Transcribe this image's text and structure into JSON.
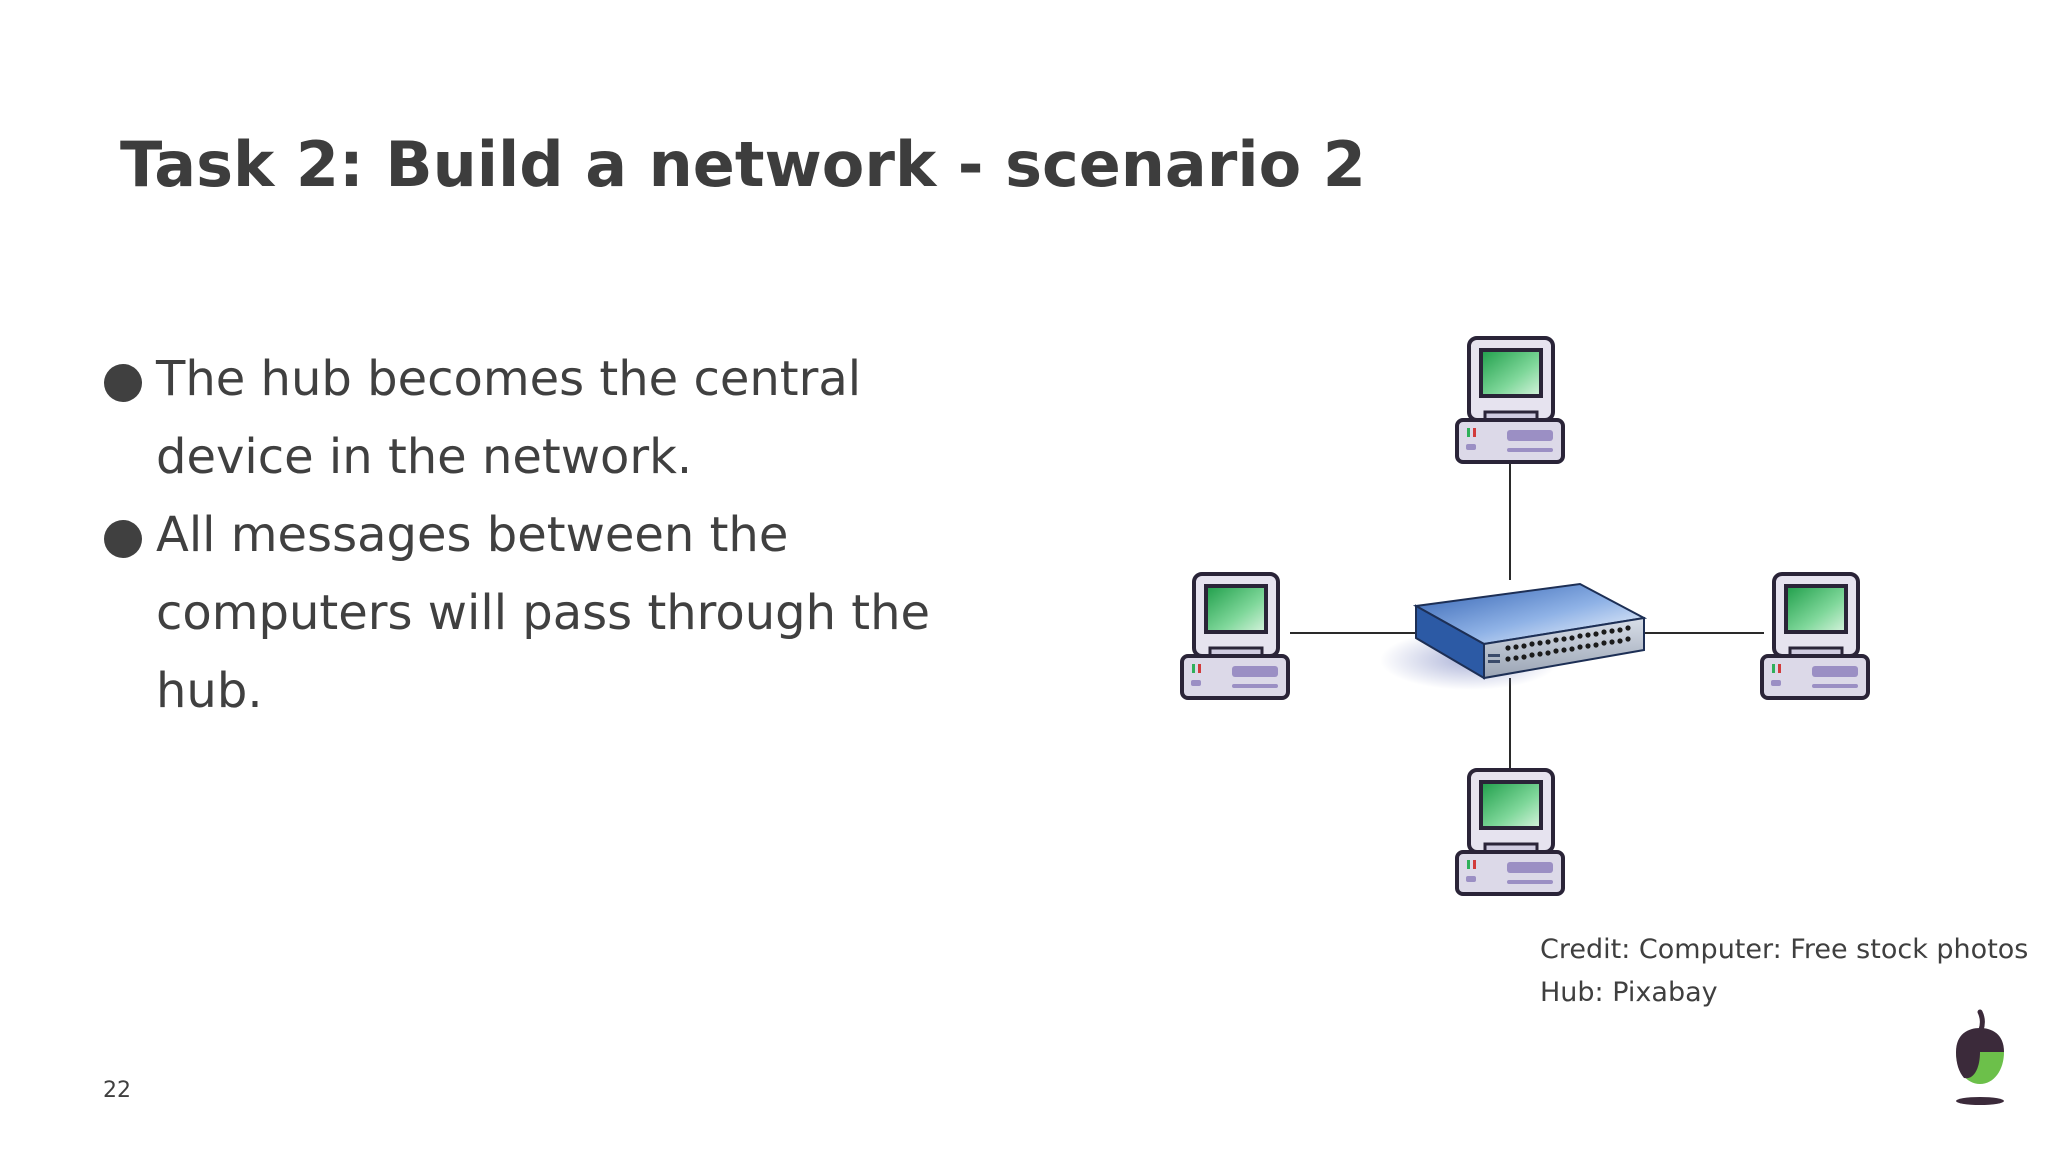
{
  "slide": {
    "title": "Task 2: Build a network - scenario 2",
    "bullets": [
      "The hub becomes the central device in the network.",
      "All messages between the computers will pass through the hub."
    ],
    "credit": {
      "line1": "Credit:  Computer: Free stock photos",
      "line2": "Hub: Pixabay"
    },
    "page_number": "22"
  },
  "diagram": {
    "center_device": "network-hub-icon",
    "computers": [
      "computer-icon-top",
      "computer-icon-left",
      "computer-icon-right",
      "computer-icon-bottom"
    ]
  },
  "colors": {
    "text": "#404040",
    "screen_green": "#2fb05a",
    "computer_body": "#dcd9e8",
    "computer_accent": "#9b8fc4",
    "hub_blue": "#3d73c4",
    "logo_dark": "#3b2a3a",
    "logo_green": "#6cc04a"
  }
}
